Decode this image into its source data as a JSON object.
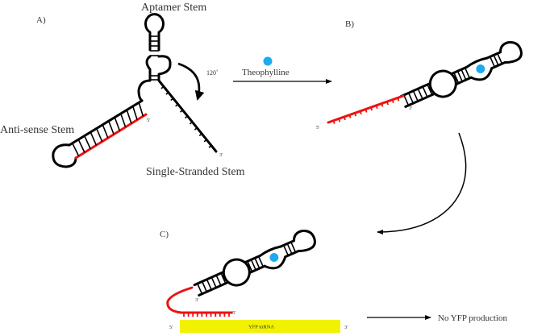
{
  "panels": {
    "a": {
      "label": "A)",
      "aptamer_stem_label": "Aptamer Stem",
      "antisense_stem_label": "Anti-sense Stem",
      "single_stranded_label": "Single-Stranded Stem",
      "rotation_label": "120˚",
      "five_prime": "5'",
      "three_prime": "3'"
    },
    "b": {
      "label": "B)",
      "five_prime": "5'",
      "three_prime": "3'"
    },
    "c": {
      "label": "C)",
      "three_prime_strand": "3'",
      "five_prime_strand": "5'",
      "mrna_label": "YFP mRNA",
      "mrna_five_prime": "5'",
      "mrna_three_prime": "3'"
    }
  },
  "ligand": {
    "name": "Theophylline",
    "color": "#1eaaf1"
  },
  "outcome": {
    "label": "No YFP production"
  },
  "colors": {
    "antisense": "#ee1111",
    "mrna": "#f2f200",
    "structure": "#000000"
  }
}
